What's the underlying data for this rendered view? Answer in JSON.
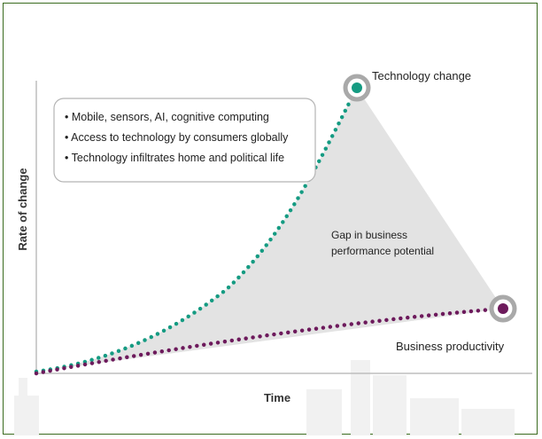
{
  "axes": {
    "y_label": "Rate of change",
    "x_label": "Time"
  },
  "callout": {
    "items": [
      "• Mobile, sensors, AI, cognitive computing",
      "• Access to technology by consumers globally",
      "• Technology infiltrates home and political life"
    ]
  },
  "technology": {
    "label": "Technology change",
    "color": "#159b82"
  },
  "business": {
    "label": "Business productivity",
    "color": "#6d1a5c"
  },
  "gap": {
    "line1": "Gap in business",
    "line2": "performance potential",
    "color": "#e3e3e3"
  }
}
